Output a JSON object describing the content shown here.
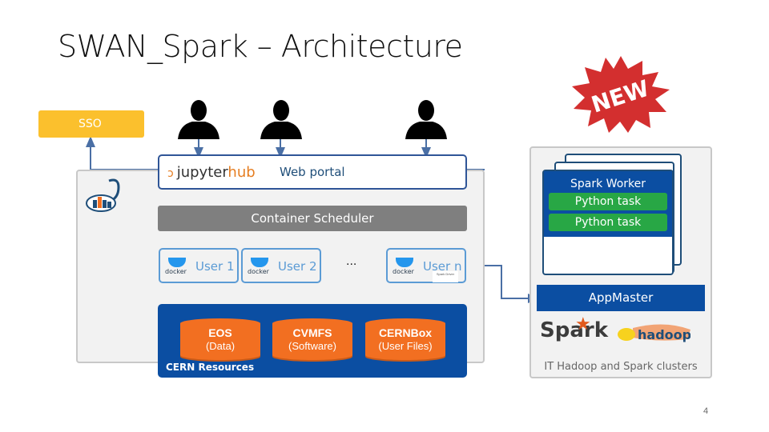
{
  "title": "SWAN_Spark – Architecture",
  "badge": "NEW",
  "sso": {
    "label": "SSO"
  },
  "portal": {
    "logo_text": "jupyter",
    "logo_hub": "hub",
    "label": "Web portal"
  },
  "scheduler": {
    "label": "Container Scheduler"
  },
  "users": [
    {
      "label": "User 1",
      "container": "docker"
    },
    {
      "label": "User 2",
      "container": "docker"
    },
    {
      "label": "User n",
      "container": "docker"
    }
  ],
  "ellipsis": "...",
  "driver_label": "Spark Driver",
  "cern": {
    "label": "CERN Resources",
    "storages": [
      {
        "name": "EOS",
        "sub": "(Data)"
      },
      {
        "name": "CVMFS",
        "sub": "(Software)"
      },
      {
        "name": "CERNBox",
        "sub": "(User Files)"
      }
    ]
  },
  "cluster": {
    "worker_title": "Spark Worker",
    "tasks": [
      "Python task",
      "Python task"
    ],
    "appmaster": "AppMaster",
    "spark_logo": "Spark",
    "hadoop_logo": "hadoop",
    "label": "IT Hadoop and Spark clusters"
  },
  "page_number": "4",
  "colors": {
    "accent": "#0b4ea2",
    "sso": "#fbc02d",
    "storage": "#f26f21",
    "task": "#28a745",
    "connector": "#4a6fa5"
  }
}
